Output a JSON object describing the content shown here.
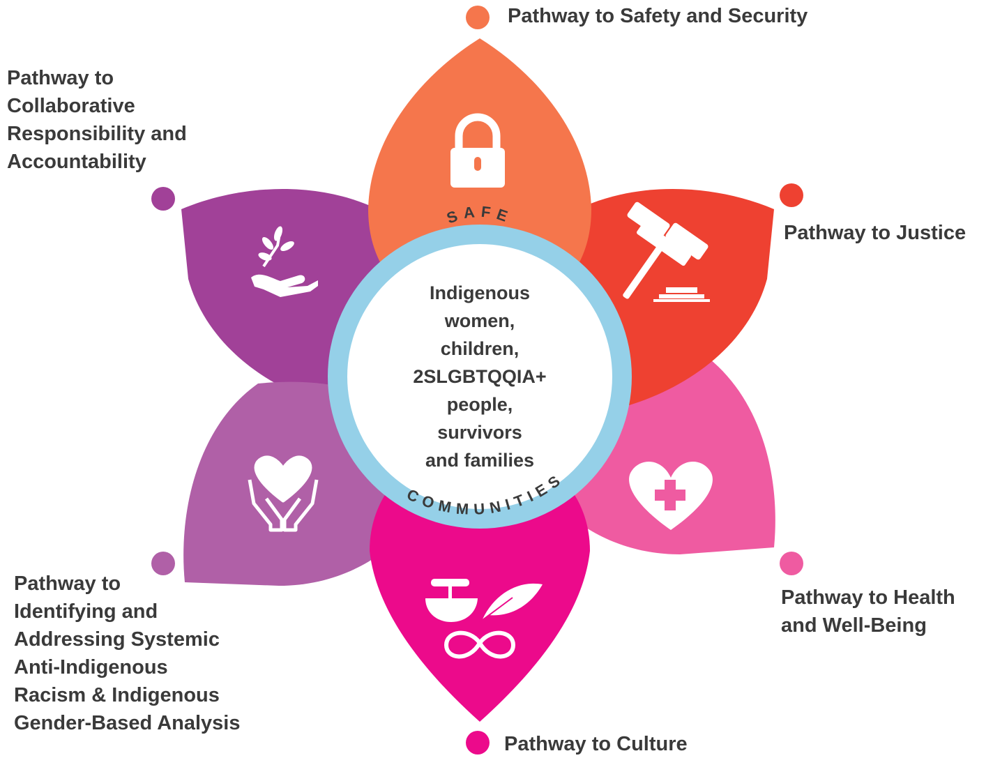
{
  "center": {
    "ring_top": "SAFE",
    "ring_bottom": "COMMUNITIES",
    "lines": [
      "Indigenous",
      "women,",
      "children,",
      "2SLGBTQQIA+",
      "people,",
      "survivors",
      "and families"
    ]
  },
  "pathways": [
    {
      "id": "safety",
      "lines": [
        "Pathway to Safety and Security"
      ],
      "color": "#f5764c",
      "icon": "lock-icon"
    },
    {
      "id": "justice",
      "lines": [
        "Pathway to Justice"
      ],
      "color": "#ee4131",
      "icon": "gavel-icon"
    },
    {
      "id": "health",
      "lines": [
        "Pathway to Health",
        "and Well-Being"
      ],
      "color": "#ef5ba1",
      "icon": "heart-plus-icon"
    },
    {
      "id": "culture",
      "lines": [
        "Pathway to Culture"
      ],
      "color": "#ec0a8b",
      "icon": "culture-icons"
    },
    {
      "id": "systemic",
      "lines": [
        "Pathway to",
        "Identifying and",
        "Addressing Systemic",
        "Anti-Indigenous",
        "Racism & Indigenous",
        "Gender-Based Analysis"
      ],
      "color": "#b060a7",
      "icon": "hands-heart-icon"
    },
    {
      "id": "collab",
      "lines": [
        "Pathway to",
        "Collaborative",
        "Responsibility and",
        "Accountability"
      ],
      "color": "#a14198",
      "icon": "hand-sprout-icon"
    }
  ],
  "colors": {
    "ring": "#95d0e8",
    "text": "#3a3a3a"
  }
}
